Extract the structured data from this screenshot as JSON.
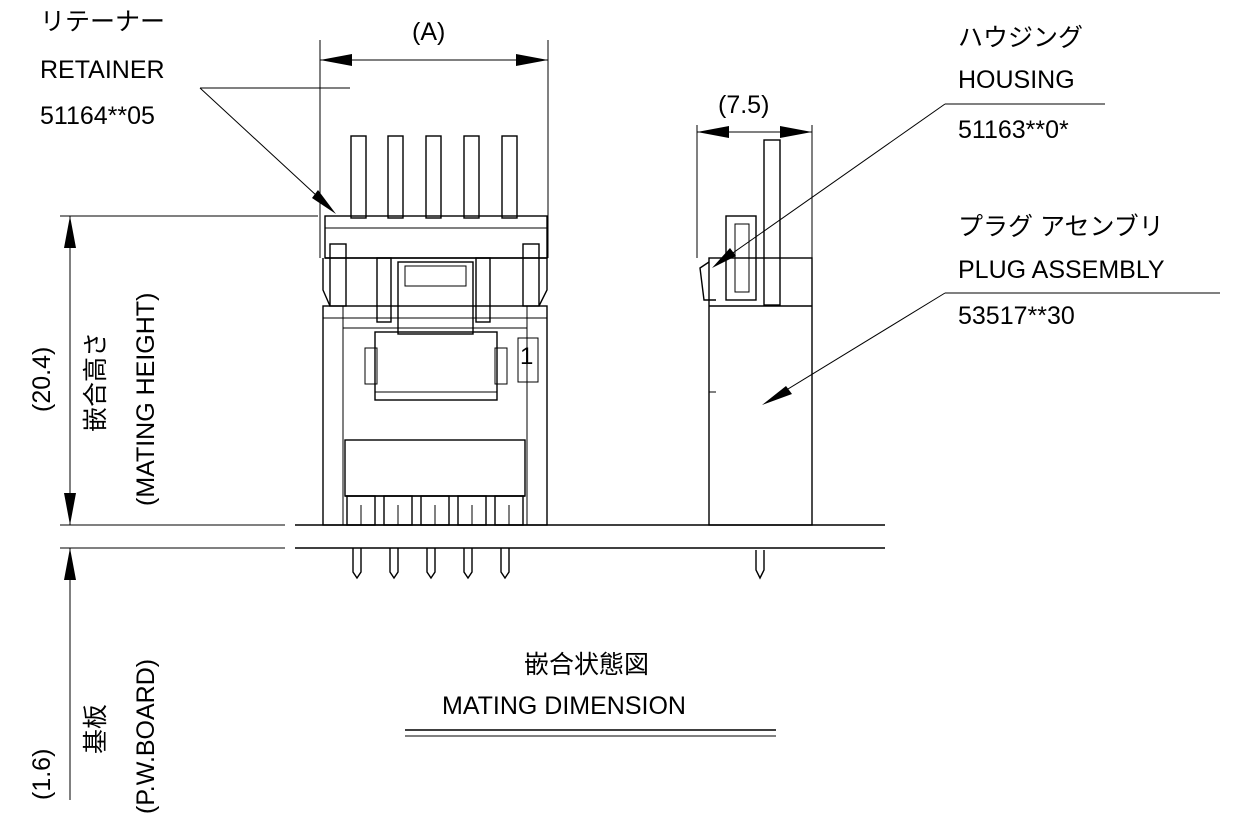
{
  "labels": {
    "retainer_jp": "リテーナー",
    "retainer_en": "RETAINER",
    "retainer_pn": "51164**05",
    "housing_jp": "ハウジング",
    "housing_en": "HOUSING",
    "housing_pn": "51163**0*",
    "plug_jp": "プラグ アセンブリ",
    "plug_en": "PLUG ASSEMBLY",
    "plug_pn": "53517**30",
    "dim_a": "(A)",
    "dim_width": "(7.5)",
    "dim_height": "(20.4)",
    "mating_height_jp": "嵌合高さ",
    "mating_height_en": "(MATING HEIGHT)",
    "dim_board": "(1.6)",
    "board_jp": "基板",
    "board_en": "(P.W.BOARD)",
    "title_jp": "嵌合状態図",
    "title_en": "MATING DIMENSION",
    "pin_mark": "1"
  }
}
